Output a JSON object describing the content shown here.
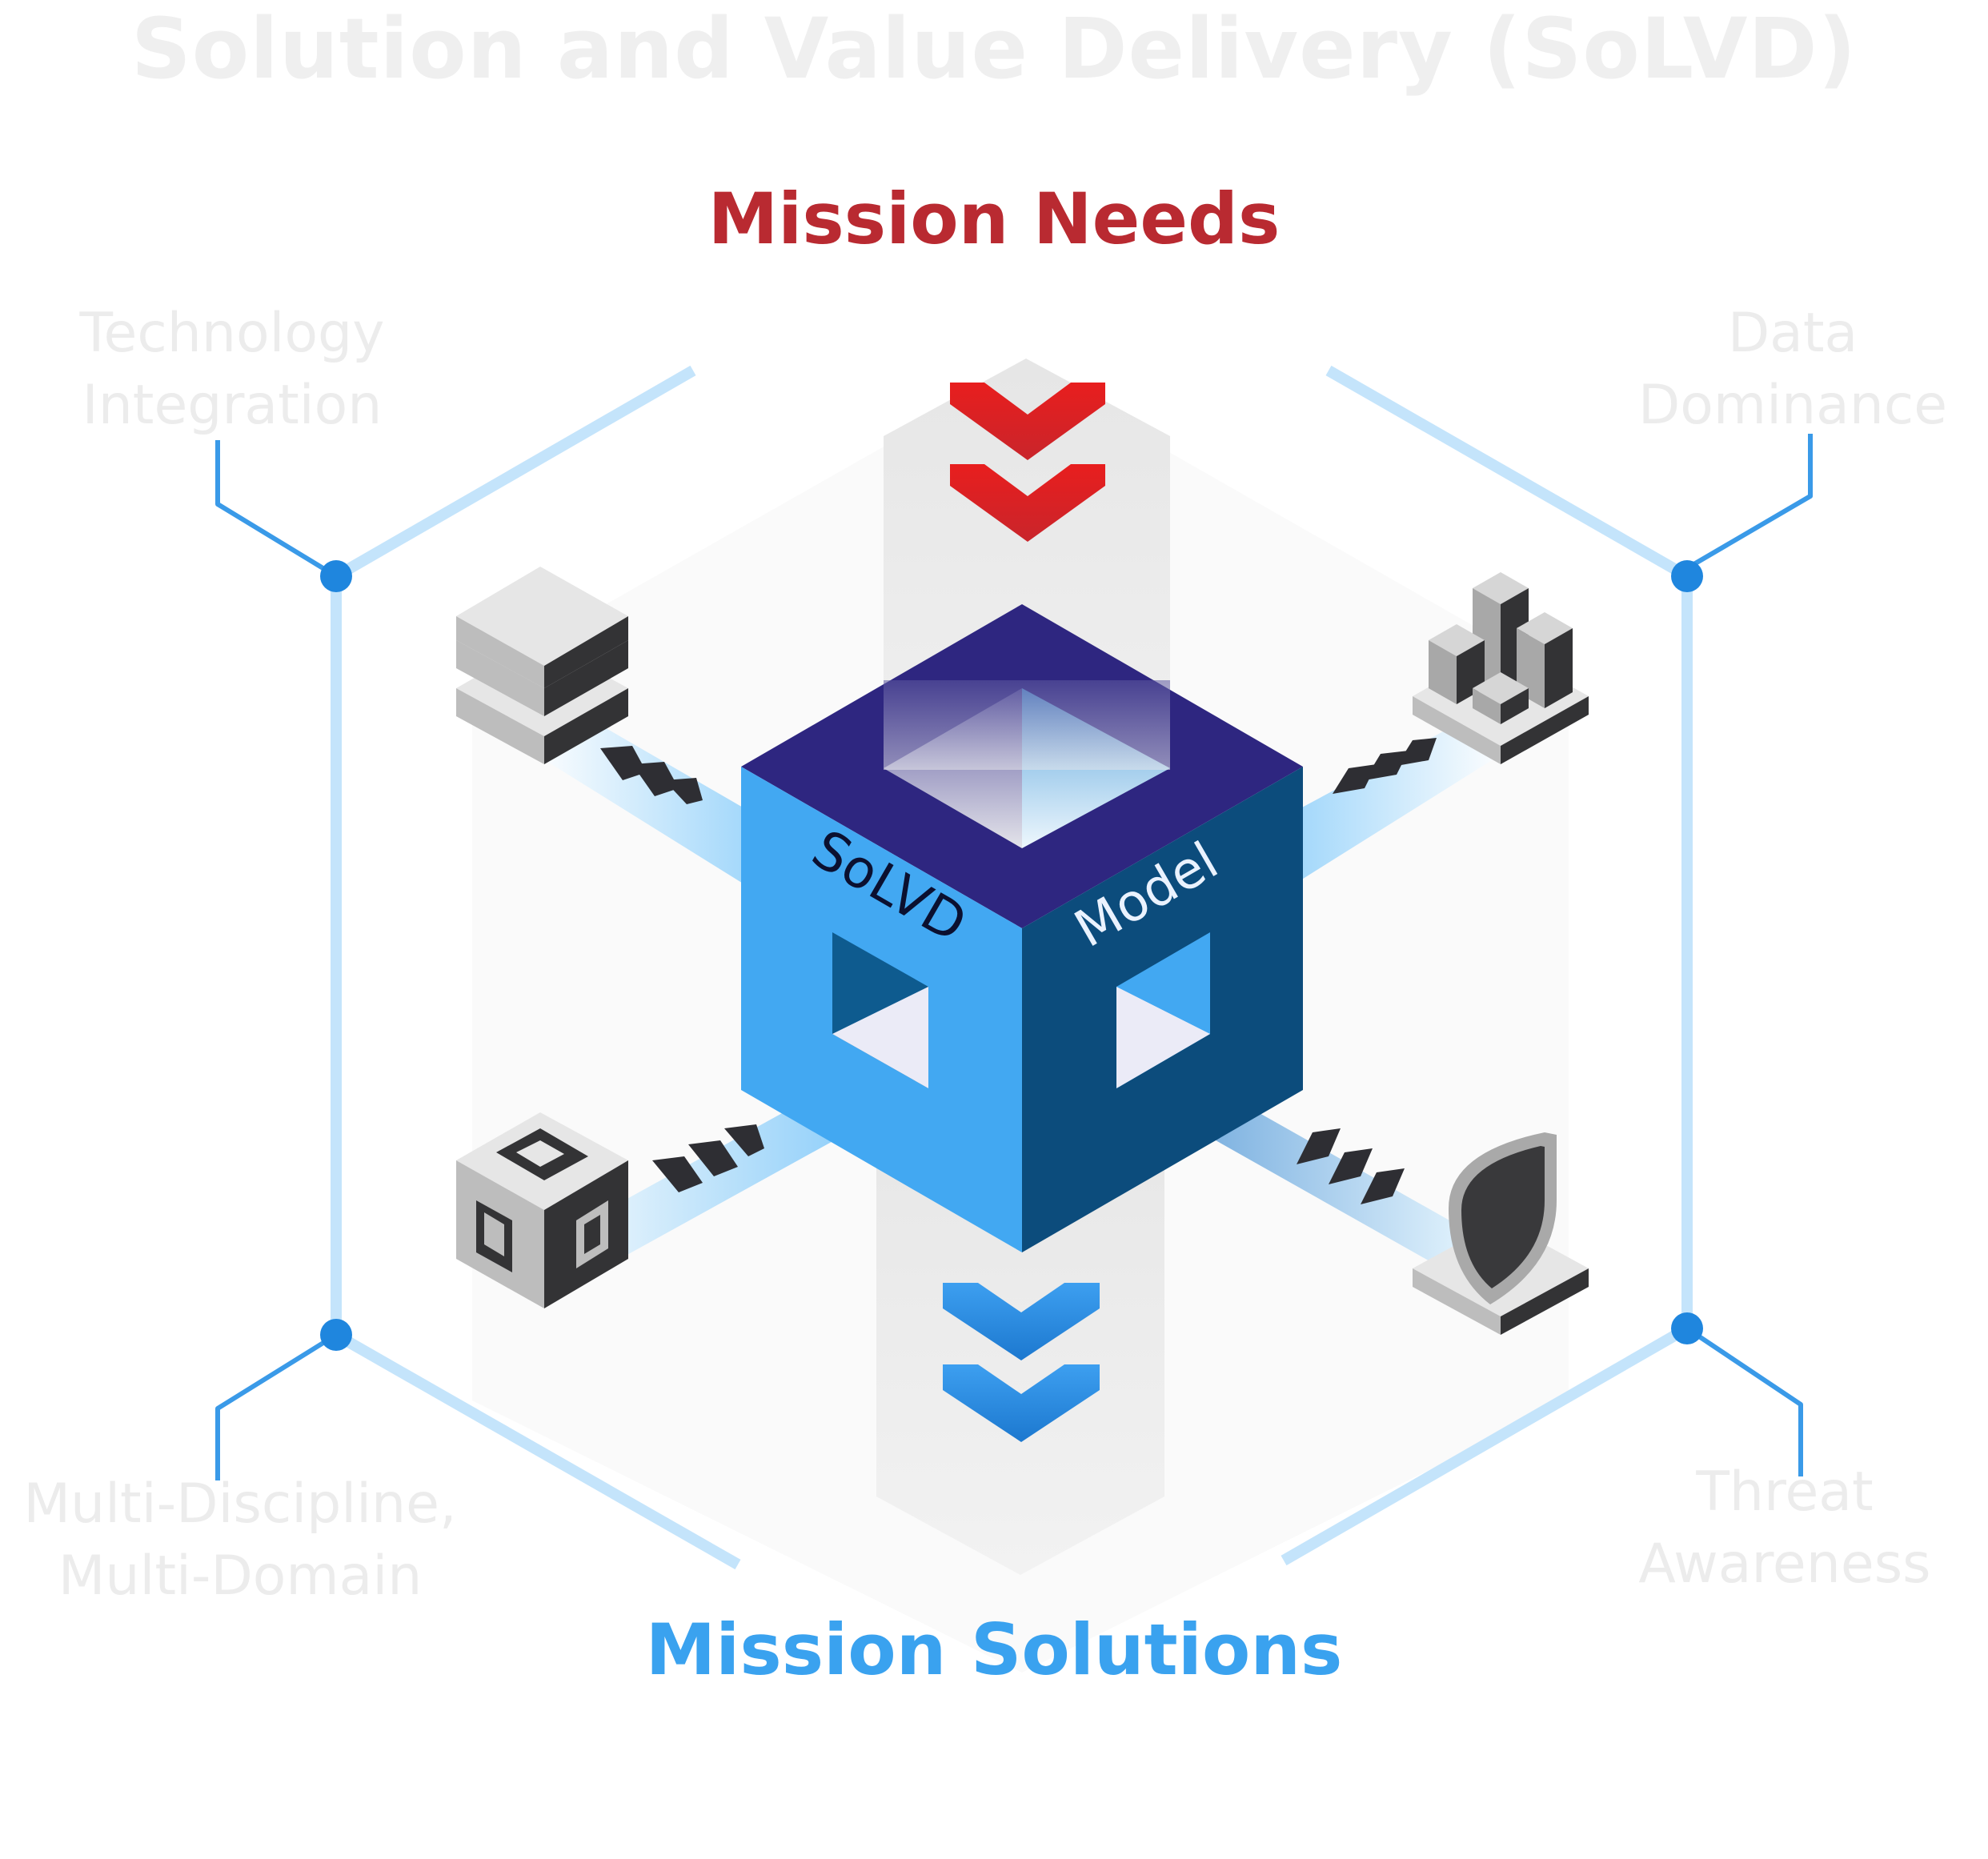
{
  "title": "Solution and Value Delivery (SoLVD)",
  "top_label": "Mission Needs",
  "bottom_label": "Mission Solutions",
  "cube": {
    "left_face_text": "SoLVD",
    "right_face_text": "Model"
  },
  "pillars": {
    "top_left": {
      "line1": "Technology",
      "line2": "Integration",
      "icon": "stacked-layers-icon"
    },
    "top_right": {
      "line1": "Data",
      "line2": "Dominance",
      "icon": "bar-blocks-icon"
    },
    "bottom_left": {
      "line1": "Multi-Discipline,",
      "line2": "Multi-Domain",
      "icon": "interlocking-cube-icon"
    },
    "bottom_right": {
      "line1": "Threat",
      "line2": "Awareness",
      "icon": "shield-icon"
    }
  },
  "colors": {
    "needs_red": "#b92a31",
    "solutions_blue": "#3aa2ef",
    "cube_top": "#2e2680",
    "cube_left": "#42a8f2",
    "cube_right": "#0c4c7c",
    "hex_line": "#c4e4fb",
    "connector": "#3a9ae8"
  }
}
